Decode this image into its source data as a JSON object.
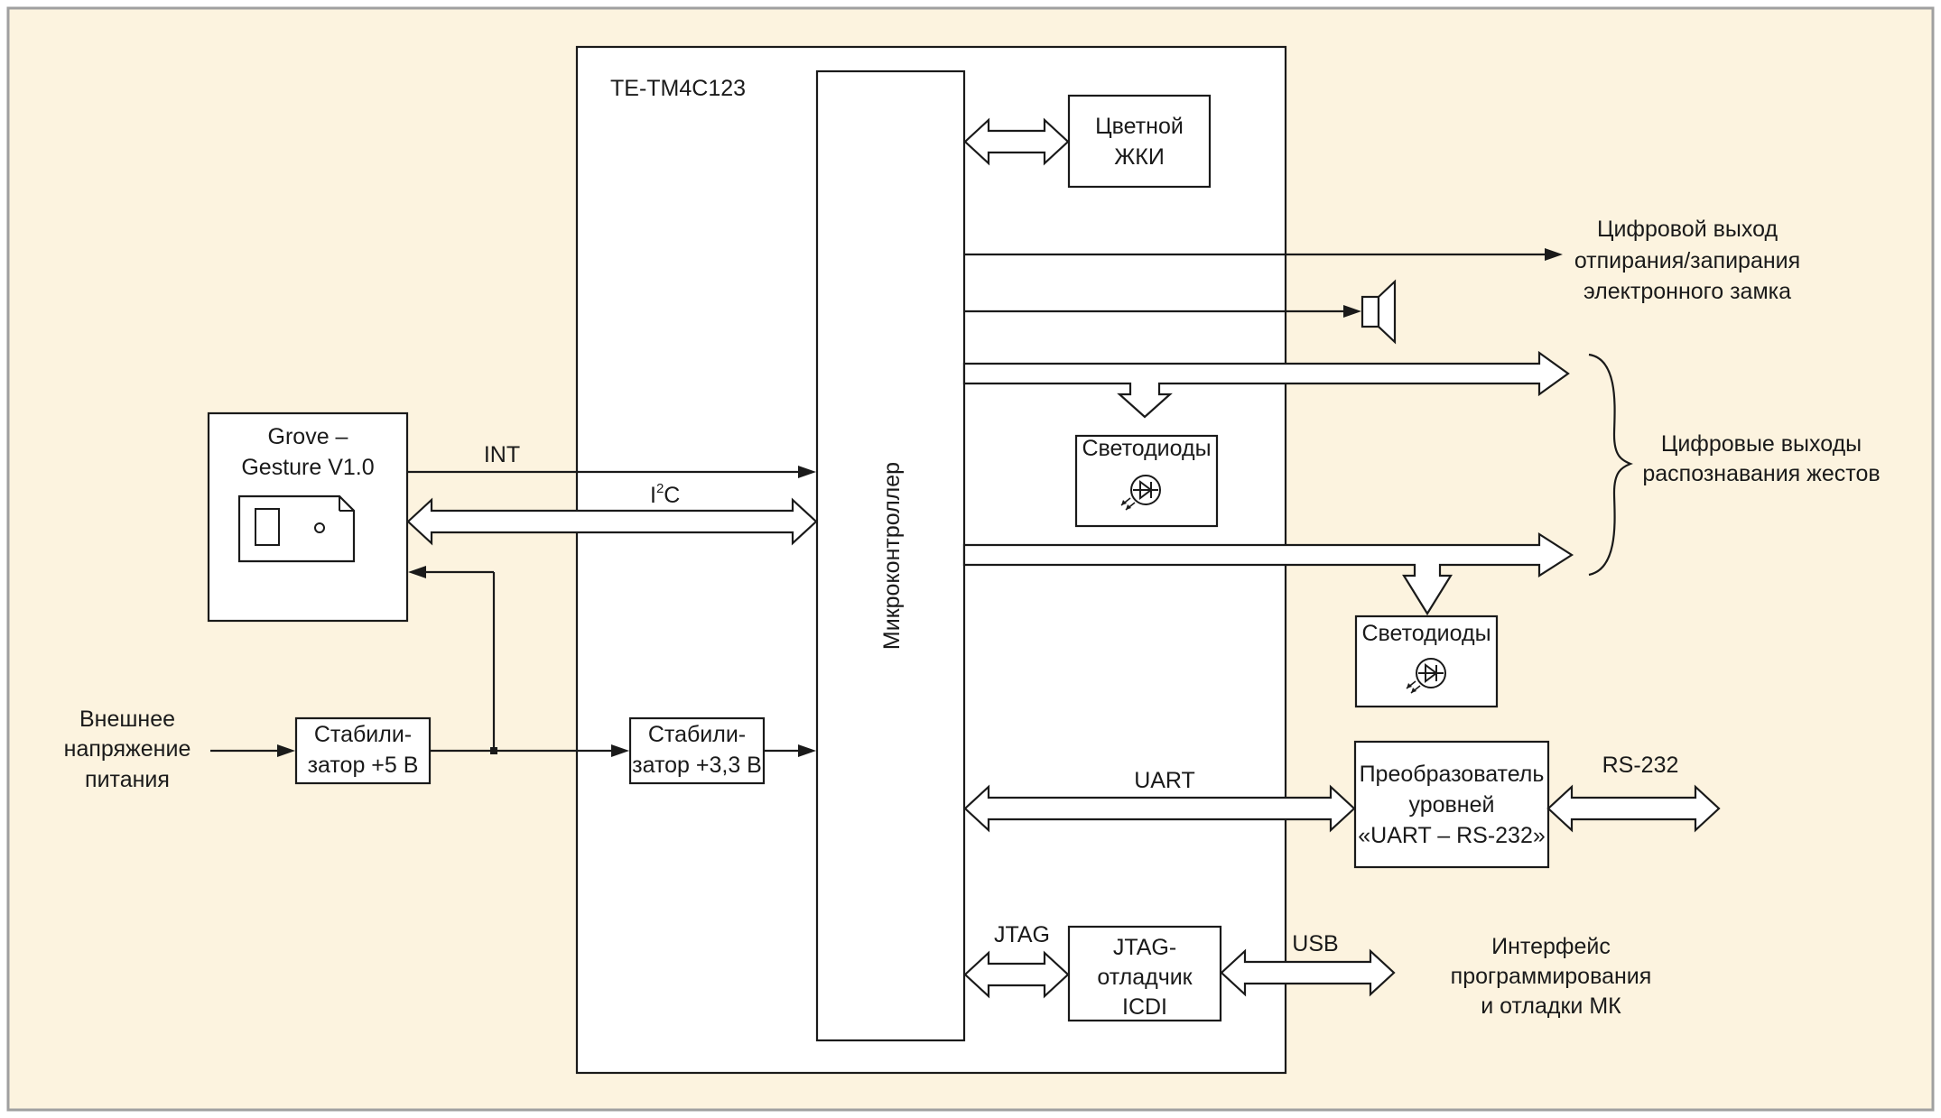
{
  "board_label": "TE-TM4C123",
  "microcontroller_label": "Микроконтроллер",
  "grove": {
    "line1": "Grove –",
    "line2": "Gesture V1.0"
  },
  "signals": {
    "int": "INT",
    "i2c_main": "I",
    "i2c_sup": "2",
    "i2c_tail": "C",
    "uart": "UART",
    "rs232": "RS-232",
    "jtag": "JTAG",
    "usb": "USB"
  },
  "lcd": {
    "line1": "Цветной",
    "line2": "ЖКИ"
  },
  "stab5": {
    "line1": "Стабили-",
    "line2": "затор +5 В"
  },
  "stab33": {
    "line1": "Стабили-",
    "line2": "затор +3,3 В"
  },
  "ext_power": {
    "line1": "Внешнее",
    "line2": "напряжение",
    "line3": "питания"
  },
  "lock_output": {
    "line1": "Цифровой выход",
    "line2": "отпирания/запирания",
    "line3": "электронного замка"
  },
  "gesture_outputs": {
    "line1": "Цифровые выходы",
    "line2": "распознавания жестов"
  },
  "leds1": "Светодиоды",
  "leds2": "Светодиоды",
  "converter": {
    "line1": "Преобразователь",
    "line2": "уровней",
    "line3": "«UART – RS-232»"
  },
  "debugger": {
    "line1": "JTAG-",
    "line2": "отладчик",
    "line3": "ICDI"
  },
  "prog_iface": {
    "line1": "Интерфейс",
    "line2": "программирования",
    "line3": "и отладки МК"
  },
  "colors": {
    "background": "#fcf3df",
    "frame": "#a0a0a0",
    "line": "#1a1a1a",
    "box_fill": "#ffffff"
  }
}
